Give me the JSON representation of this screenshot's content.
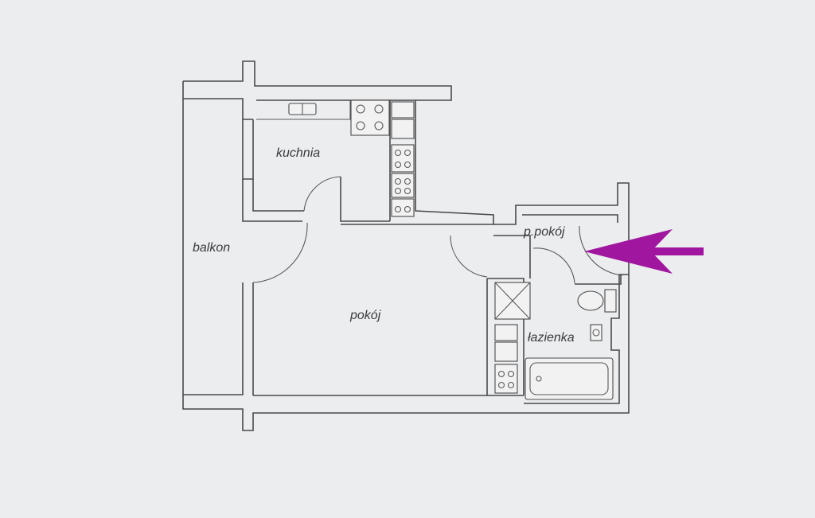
{
  "rooms": {
    "kitchen": "kuchnia",
    "balcony": "balkon",
    "room": "pokój",
    "hall": "p.pokój",
    "bathroom": "łazienka"
  },
  "colors": {
    "background": "#ecedef",
    "lines": "#4a4a4a",
    "arrow": "#a0169f"
  }
}
